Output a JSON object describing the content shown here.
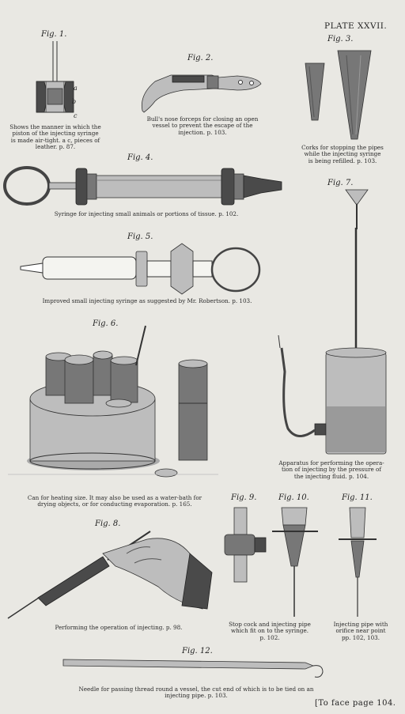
{
  "plate_title": "PLATE XXVII.",
  "footer": "[To face page 104.",
  "figures": {
    "fig1": {
      "label": "Fig. 1.",
      "letters": [
        "a",
        "b",
        "c"
      ],
      "caption": [
        "Shows the manner in which the",
        "piston of the injecting syringe",
        "is made air-tight.  a c, pieces of",
        "leather.  p. 87."
      ]
    },
    "fig2": {
      "label": "Fig. 2.",
      "caption": [
        "Bull's nose forceps for closing an open",
        "vessel to prevent the escape of the",
        "injection.  p. 103."
      ]
    },
    "fig3": {
      "label": "Fig. 3.",
      "caption": [
        "Corks for stopping the pipes",
        "while the injecting syringe",
        "is being refilled.  p. 103."
      ]
    },
    "fig4": {
      "label": "Fig. 4.",
      "caption": [
        "Syringe for injecting small animals or portions of tissue.  p. 102."
      ]
    },
    "fig5": {
      "label": "Fig. 5.",
      "caption": [
        "Improved small injecting syringe as suggested by Mr. Robertson.  p. 103."
      ]
    },
    "fig6": {
      "label": "Fig. 6.",
      "caption": [
        "Can for heating size.  It may also be used as a water-bath for",
        "drying objects, or for conducting evaporation.  p. 165."
      ]
    },
    "fig7": {
      "label": "Fig. 7.",
      "caption": [
        "Apparatus for performing the opera-",
        "tion of injecting by the pressure of",
        "the injecting fluid.  p. 104."
      ]
    },
    "fig8": {
      "label": "Fig. 8.",
      "caption": [
        "Performing the operation of injecting.  p. 98."
      ]
    },
    "fig9": {
      "label": "Fig. 9."
    },
    "fig10": {
      "label": "Fig. 10."
    },
    "fig9_10_caption": [
      "Stop cock and injecting pipe",
      "which fit on to the syringe.",
      "p. 102."
    ],
    "fig11": {
      "label": "Fig. 11.",
      "caption": [
        "Injecting pipe with",
        "orifice near point",
        "pp. 102, 103."
      ]
    },
    "fig12": {
      "label": "Fig. 12.",
      "caption": [
        "Needle for passing thread round a vessel, the cut end of which is to be tied on an",
        "injecting pipe.  p. 103."
      ]
    }
  }
}
